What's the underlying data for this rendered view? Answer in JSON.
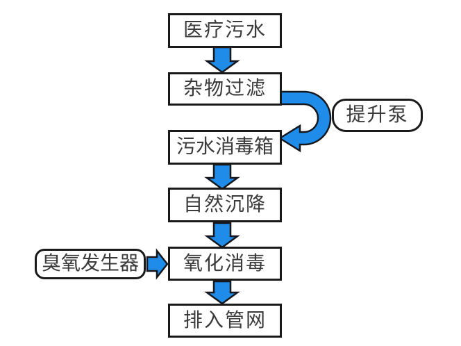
{
  "diagram": {
    "type": "flowchart",
    "description": "Medical sewage treatment process flow diagram",
    "steps": [
      {
        "id": "medical-sewage",
        "label": "医疗污水",
        "shape": "rect"
      },
      {
        "id": "debris-filtering",
        "label": "杂物过滤",
        "shape": "rect"
      },
      {
        "id": "disinfection-tank",
        "label": "污水消毒箱",
        "shape": "rect"
      },
      {
        "id": "natural-settling",
        "label": "自然沉降",
        "shape": "rect"
      },
      {
        "id": "oxidation-disinfect",
        "label": "氧化消毒",
        "shape": "rect"
      },
      {
        "id": "discharge-network",
        "label": "排入管网",
        "shape": "rect"
      }
    ],
    "callouts": [
      {
        "id": "lift-pump",
        "label": "提升泵",
        "shape": "rounded-rect"
      },
      {
        "id": "ozone-generator",
        "label": "臭氧发生器",
        "shape": "rounded-rect"
      }
    ],
    "connections": [
      {
        "from": "医疗污水",
        "to": "杂物过滤",
        "style": "block-arrow-down"
      },
      {
        "from": "杂物过滤",
        "to": "污水消毒箱",
        "style": "u-turn-block-arrow",
        "via": "提升泵"
      },
      {
        "from": "污水消毒箱",
        "to": "自然沉降",
        "style": "block-arrow-down"
      },
      {
        "from": "自然沉降",
        "to": "氧化消毒",
        "style": "block-arrow-down"
      },
      {
        "from": "臭氧发生器",
        "to": "氧化消毒",
        "style": "block-arrow-right"
      },
      {
        "from": "氧化消毒",
        "to": "排入管网",
        "style": "block-arrow-down"
      }
    ],
    "colors": {
      "arrow_fill": "#1e8ce8",
      "arrow_outline": "#15171c",
      "box_border": "#1a1a1a",
      "box_fill": "#ffffff",
      "text": "#3a3a3a",
      "background": "#ffffff"
    }
  }
}
